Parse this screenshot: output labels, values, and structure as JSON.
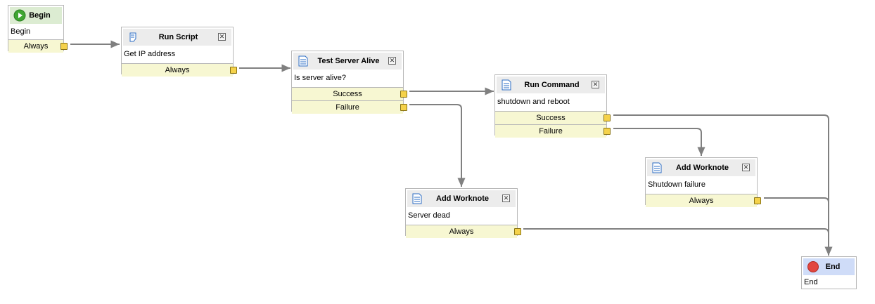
{
  "nodes": {
    "begin": {
      "title": "Begin",
      "desc": "Begin",
      "conditions": [
        "Always"
      ]
    },
    "run_script": {
      "title": "Run Script",
      "desc": "Get IP address",
      "conditions": [
        "Always"
      ]
    },
    "test_server": {
      "title": "Test Server Alive",
      "desc": "Is server alive?",
      "conditions": [
        "Success",
        "Failure"
      ]
    },
    "run_command": {
      "title": "Run Command",
      "desc": "shutdown and reboot",
      "conditions": [
        "Success",
        "Failure"
      ]
    },
    "worknote_dead": {
      "title": "Add Worknote",
      "desc": "Server dead",
      "conditions": [
        "Always"
      ]
    },
    "worknote_shutdown": {
      "title": "Add Worknote",
      "desc": "Shutdown failure",
      "conditions": [
        "Always"
      ]
    },
    "end": {
      "title": "End",
      "desc": "End"
    }
  },
  "close_glyph": "✕",
  "icons": {
    "begin": "play-icon",
    "run_script": "script-icon",
    "test_server": "document-icon",
    "run_command": "document-icon",
    "worknote_dead": "document-icon",
    "worknote_shutdown": "document-icon",
    "end": "stop-icon"
  },
  "colors": {
    "condition_bg": "#f7f7d2",
    "port": "#f5d24a",
    "begin_header": "#dcecd2",
    "end_header": "#cfdcf8",
    "connector": "#808080",
    "begin_icon": "#3fa631",
    "end_icon": "#e2463f"
  }
}
